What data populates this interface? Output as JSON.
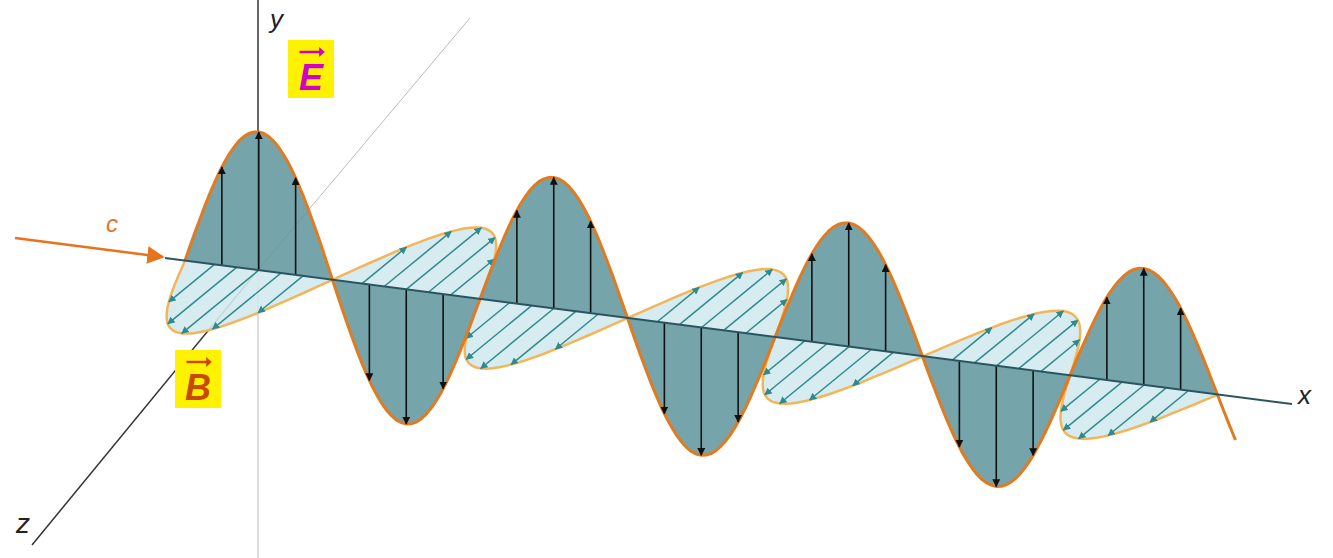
{
  "diagram": {
    "nodes": [
      {
        "text": [
          "E"
        ]
      },
      {
        "text": [
          "B"
        ]
      }
    ],
    "labels": [
      "y",
      "c",
      "z",
      "x"
    ]
  }
}
